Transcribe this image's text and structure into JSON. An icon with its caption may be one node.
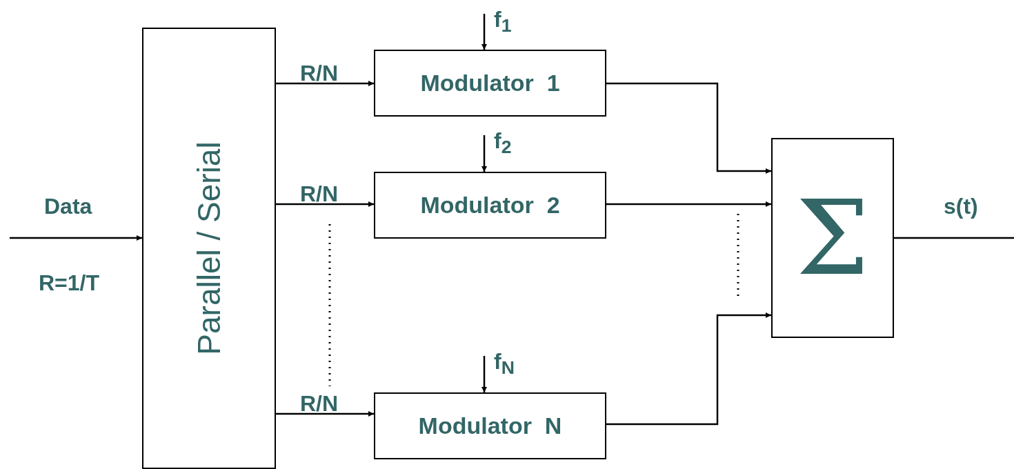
{
  "diagram": {
    "nodes": [
      {
        "text": [
          "Parallel / Serial"
        ]
      },
      {
        "text": [
          "Modulator  1"
        ]
      },
      {
        "text": [
          "Modulator  2"
        ]
      },
      {
        "text": [
          "Modulator  N"
        ]
      },
      {
        "text": [
          "Σ"
        ]
      }
    ],
    "edges": [
      {
        "from": null,
        "to": 0,
        "arrow": "to",
        "label": "Data"
      },
      {
        "from": 0,
        "to": 1,
        "arrow": "to",
        "label": "R/N"
      },
      {
        "from": 0,
        "to": 2,
        "arrow": "to",
        "label": "R/N"
      },
      {
        "from": 0,
        "to": 3,
        "arrow": "to",
        "label": "R/N"
      },
      {
        "from": null,
        "to": 1,
        "arrow": "to",
        "label": "f$_{1}$"
      },
      {
        "from": null,
        "to": 2,
        "arrow": "to",
        "label": "f$_{2}$"
      },
      {
        "from": null,
        "to": 3,
        "arrow": "to",
        "label": "f$_{N}$"
      },
      {
        "from": 1,
        "to": 4,
        "arrow": "to"
      },
      {
        "from": 2,
        "to": 4,
        "arrow": "to"
      },
      {
        "from": 3,
        "to": 4,
        "arrow": "to"
      },
      {
        "from": 4,
        "to": null,
        "arrow": "none",
        "label": "s(t)"
      }
    ],
    "labels": [
      "R=1/T"
    ]
  }
}
